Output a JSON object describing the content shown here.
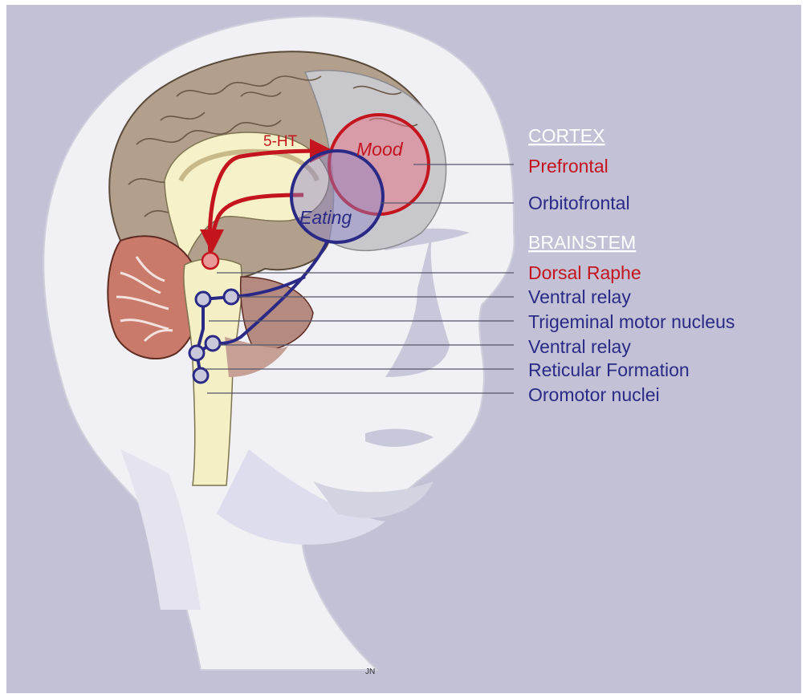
{
  "headers": {
    "cortex": "CORTEX",
    "brainstem": "BRAINSTEM"
  },
  "regions": {
    "prefrontal": "Prefrontal",
    "orbitofrontal": "Orbitofrontal",
    "dorsal_raphe": "Dorsal Raphe",
    "ventral_relay_1": "Ventral relay",
    "trigeminal_motor_nucleus": "Trigeminal motor nucleus",
    "ventral_relay_2": "Ventral relay",
    "reticular_formation": "Reticular Formation",
    "oromotor_nuclei": "Oromotor nuclei"
  },
  "annotations": {
    "neurotransmitter": "5-HT",
    "mood": "Mood",
    "eating": "Eating",
    "signature": "JN"
  },
  "colors": {
    "background": "#c3c1d6",
    "head": "#f1f0f4",
    "mood_red": "#c4141e",
    "eating_blue": "#2a2a86",
    "header_white": "#ffffff"
  }
}
